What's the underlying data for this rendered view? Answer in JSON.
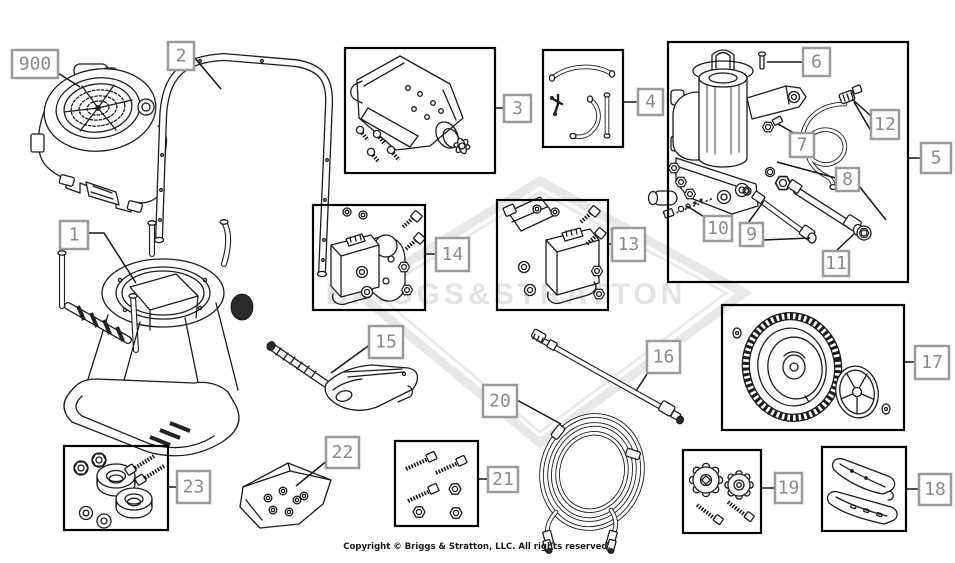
{
  "diagram": {
    "watermark_text": "BRIGGS&STRATTON",
    "copyright": "Copyright © Briggs & Stratton, LLC. All rights reserved."
  },
  "callouts": [
    {
      "label": "900"
    },
    {
      "label": "1"
    },
    {
      "label": "2"
    },
    {
      "label": "3"
    },
    {
      "label": "4"
    },
    {
      "label": "5"
    },
    {
      "label": "6"
    },
    {
      "label": "7"
    },
    {
      "label": "8"
    },
    {
      "label": "9"
    },
    {
      "label": "10"
    },
    {
      "label": "11"
    },
    {
      "label": "12"
    },
    {
      "label": "13"
    },
    {
      "label": "14"
    },
    {
      "label": "15"
    },
    {
      "label": "16"
    },
    {
      "label": "17"
    },
    {
      "label": "18"
    },
    {
      "label": "19"
    },
    {
      "label": "20"
    },
    {
      "label": "21"
    },
    {
      "label": "22"
    },
    {
      "label": "23"
    }
  ]
}
